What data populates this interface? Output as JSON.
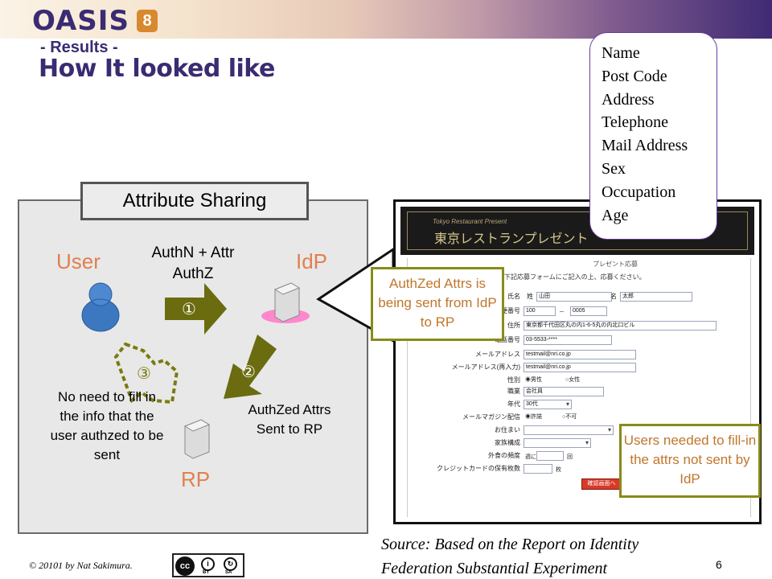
{
  "header": {
    "logo_text": "OASIS",
    "logo_mark": "8",
    "subtitle": "- Results -",
    "title": "How It looked like"
  },
  "diagram": {
    "tab_label": "Attribute Sharing",
    "user_label": "User",
    "idp_label": "IdP",
    "rp_label": "RP",
    "authn_label": "AuthN + Attr AuthZ",
    "step1": "①",
    "step2": "②",
    "step3": "③",
    "sent_label": "AuthZed Attrs Sent to RP",
    "noneed_label": "No need to fill in the info that the user authzed to be sent"
  },
  "bubble": {
    "items": [
      "Name",
      "Post Code",
      "Address",
      "Telephone",
      "Mail Address",
      "Sex",
      "Occupation",
      "Age"
    ]
  },
  "callouts": {
    "sending": "AuthZed Attrs is being sent from IdP to RP",
    "needed": "Users needed to fill-in the attrs not sent by IdP"
  },
  "screenshot": {
    "tagline": "Tokyo Restaurant Present",
    "brand": "東京レストランプレゼント",
    "form_title": "プレゼント応募",
    "form_intro": "下記応募フォームにご記入の上、応募ください。",
    "rows": {
      "name": {
        "label": "氏名",
        "last_prefix": "姓",
        "last": "山田",
        "first_prefix": "名",
        "first": "太郎"
      },
      "postcode": {
        "label": "郵便番号",
        "part1": "100",
        "sep": "－",
        "part2": "0005"
      },
      "address": {
        "label": "住所",
        "value": "東京都千代田区丸の内1-6-5丸の内北口ビル"
      },
      "phone": {
        "label": "電話番号",
        "value": "03-5533-****"
      },
      "mail": {
        "label": "メールアドレス",
        "value": "testmail@nri.co.jp"
      },
      "mail_confirm": {
        "label": "メールアドレス(再入力)",
        "value": "testmail@nri.co.jp"
      },
      "sex": {
        "label": "性別",
        "male": "◉男性",
        "female": "○女性"
      },
      "occupation": {
        "label": "職業",
        "value": "会社員"
      },
      "age": {
        "label": "年代",
        "value": "30代"
      },
      "magazine": {
        "label": "メールマガジン配信",
        "accept": "◉許諾",
        "reject": "○不可"
      },
      "residence": {
        "label": "お住まい"
      },
      "family": {
        "label": "家族構成"
      },
      "dining": {
        "label": "外食の頻度",
        "prefix": "週に",
        "suffix": "回"
      },
      "cards": {
        "label": "クレジットカードの保有枚数",
        "suffix": "枚"
      }
    },
    "submit": "確認画面へ"
  },
  "footer": {
    "source_line1": "Source: Based on the Report on Identity",
    "source_line2": "Federation Substantial Experiment",
    "copyright": "© 20101 by Nat Sakimura.",
    "cc_c": "cc",
    "cc_by": "BY",
    "cc_sa": "SA",
    "page": "6"
  },
  "colors": {
    "brand_purple": "#3a2b72",
    "label_orange": "#e0804f",
    "arrow_olive": "#6b6b10",
    "callout_text": "#c0762c"
  }
}
